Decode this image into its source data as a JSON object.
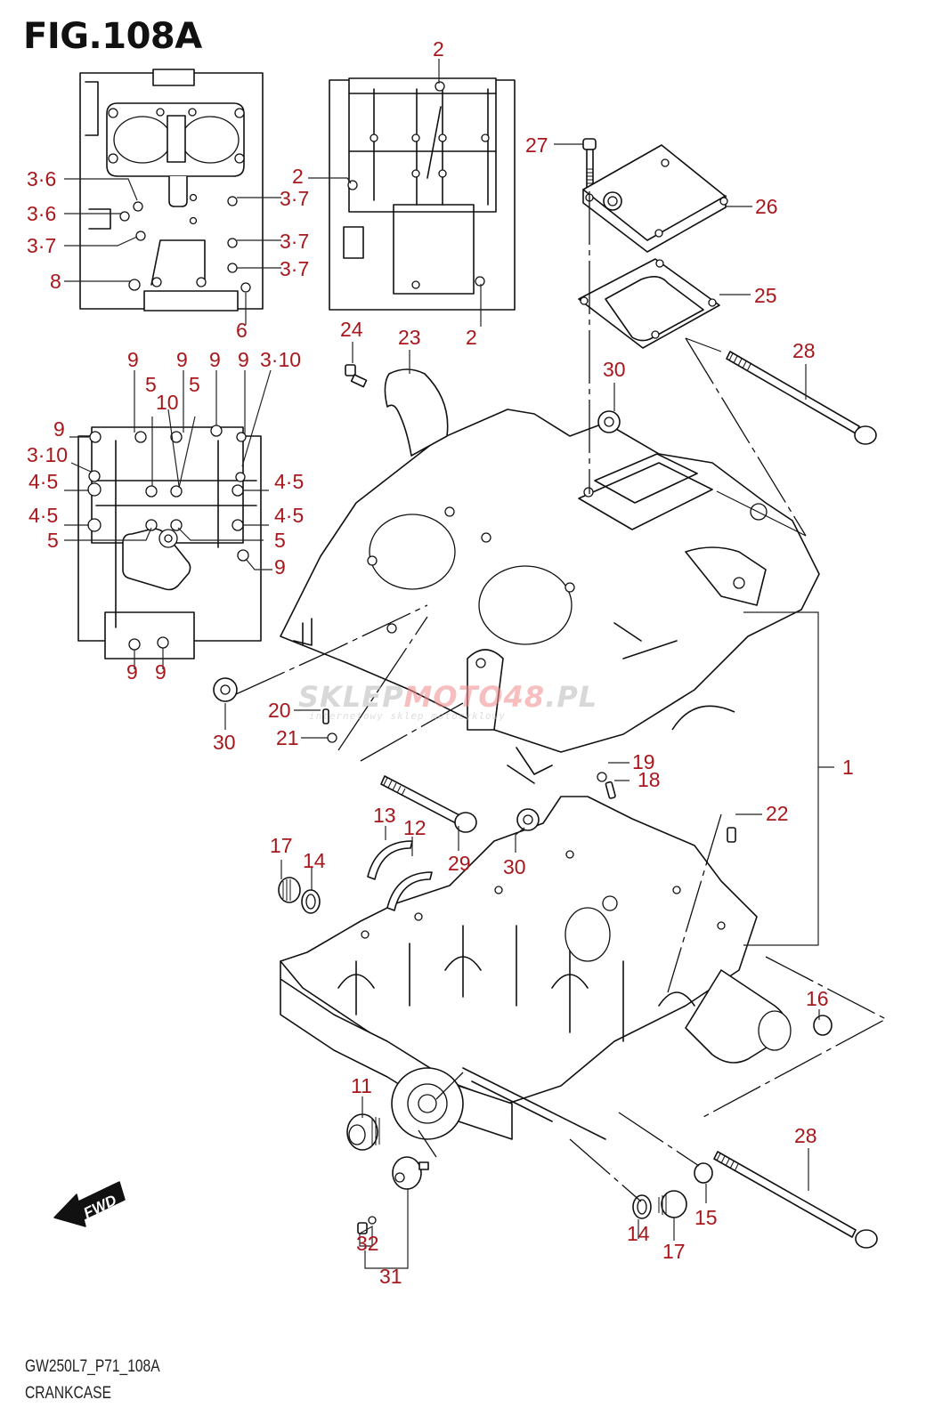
{
  "figure": {
    "title": "FIG.108A",
    "code": "GW250L7_P71_108A",
    "name": "CRANKCASE",
    "label_color": "#a8171b",
    "line_color": "#111111"
  },
  "direction_indicator": {
    "label": "FWD",
    "icon": "arrow-left-icon"
  },
  "watermark": {
    "part_a": "SKLEP",
    "part_b": "MOTO48",
    "part_c": ".PL",
    "subtitle": "internetowy sklep motocyklowy"
  },
  "callouts": {
    "top_left_view": [
      {
        "id": "c-3-6-a",
        "text": "3·6"
      },
      {
        "id": "c-3-6-b",
        "text": "3·6"
      },
      {
        "id": "c-3-7-a",
        "text": "3·7"
      },
      {
        "id": "c-8",
        "text": "8"
      },
      {
        "id": "c-3-7-b",
        "text": "3·7"
      },
      {
        "id": "c-3-7-c",
        "text": "3·7"
      },
      {
        "id": "c-3-7-d",
        "text": "3·7"
      },
      {
        "id": "c-6",
        "text": "6"
      }
    ],
    "top_middle_view": [
      {
        "id": "c-2-a",
        "text": "2"
      },
      {
        "id": "c-2-b",
        "text": "2"
      },
      {
        "id": "c-2-c",
        "text": "2"
      }
    ],
    "bottom_left_view": [
      {
        "id": "c-9-a",
        "text": "9"
      },
      {
        "id": "c-9-b",
        "text": "9"
      },
      {
        "id": "c-9-c",
        "text": "9"
      },
      {
        "id": "c-9-d",
        "text": "9"
      },
      {
        "id": "c-3-10-a",
        "text": "3·10"
      },
      {
        "id": "c-5-a",
        "text": "5"
      },
      {
        "id": "c-10",
        "text": "10"
      },
      {
        "id": "c-5-b",
        "text": "5"
      },
      {
        "id": "c-9-e",
        "text": "9"
      },
      {
        "id": "c-3-10-b",
        "text": "3·10"
      },
      {
        "id": "c-4-5-a",
        "text": "4·5"
      },
      {
        "id": "c-4-5-b",
        "text": "4·5"
      },
      {
        "id": "c-4-5-c",
        "text": "4·5"
      },
      {
        "id": "c-4-5-d",
        "text": "4·5"
      },
      {
        "id": "c-5-c",
        "text": "5"
      },
      {
        "id": "c-5-d",
        "text": "5"
      },
      {
        "id": "c-9-f",
        "text": "9"
      },
      {
        "id": "c-9-g",
        "text": "9"
      },
      {
        "id": "c-9-h",
        "text": "9"
      }
    ],
    "main_assembly": [
      {
        "id": "c-27",
        "text": "27"
      },
      {
        "id": "c-26",
        "text": "26"
      },
      {
        "id": "c-25",
        "text": "25"
      },
      {
        "id": "c-28-a",
        "text": "28"
      },
      {
        "id": "c-30-a",
        "text": "30"
      },
      {
        "id": "c-24",
        "text": "24"
      },
      {
        "id": "c-23",
        "text": "23"
      },
      {
        "id": "c-1",
        "text": "1"
      },
      {
        "id": "c-30-b",
        "text": "30"
      },
      {
        "id": "c-20",
        "text": "20"
      },
      {
        "id": "c-21",
        "text": "21"
      },
      {
        "id": "c-19",
        "text": "19"
      },
      {
        "id": "c-18",
        "text": "18"
      },
      {
        "id": "c-22",
        "text": "22"
      },
      {
        "id": "c-13",
        "text": "13"
      },
      {
        "id": "c-12",
        "text": "12"
      },
      {
        "id": "c-29",
        "text": "29"
      },
      {
        "id": "c-30-c",
        "text": "30"
      },
      {
        "id": "c-17-a",
        "text": "17"
      },
      {
        "id": "c-14-a",
        "text": "14"
      },
      {
        "id": "c-16",
        "text": "16"
      },
      {
        "id": "c-11",
        "text": "11"
      },
      {
        "id": "c-28-b",
        "text": "28"
      },
      {
        "id": "c-14-b",
        "text": "14"
      },
      {
        "id": "c-17-b",
        "text": "17"
      },
      {
        "id": "c-15",
        "text": "15"
      },
      {
        "id": "c-32",
        "text": "32"
      },
      {
        "id": "c-31",
        "text": "31"
      }
    ]
  }
}
